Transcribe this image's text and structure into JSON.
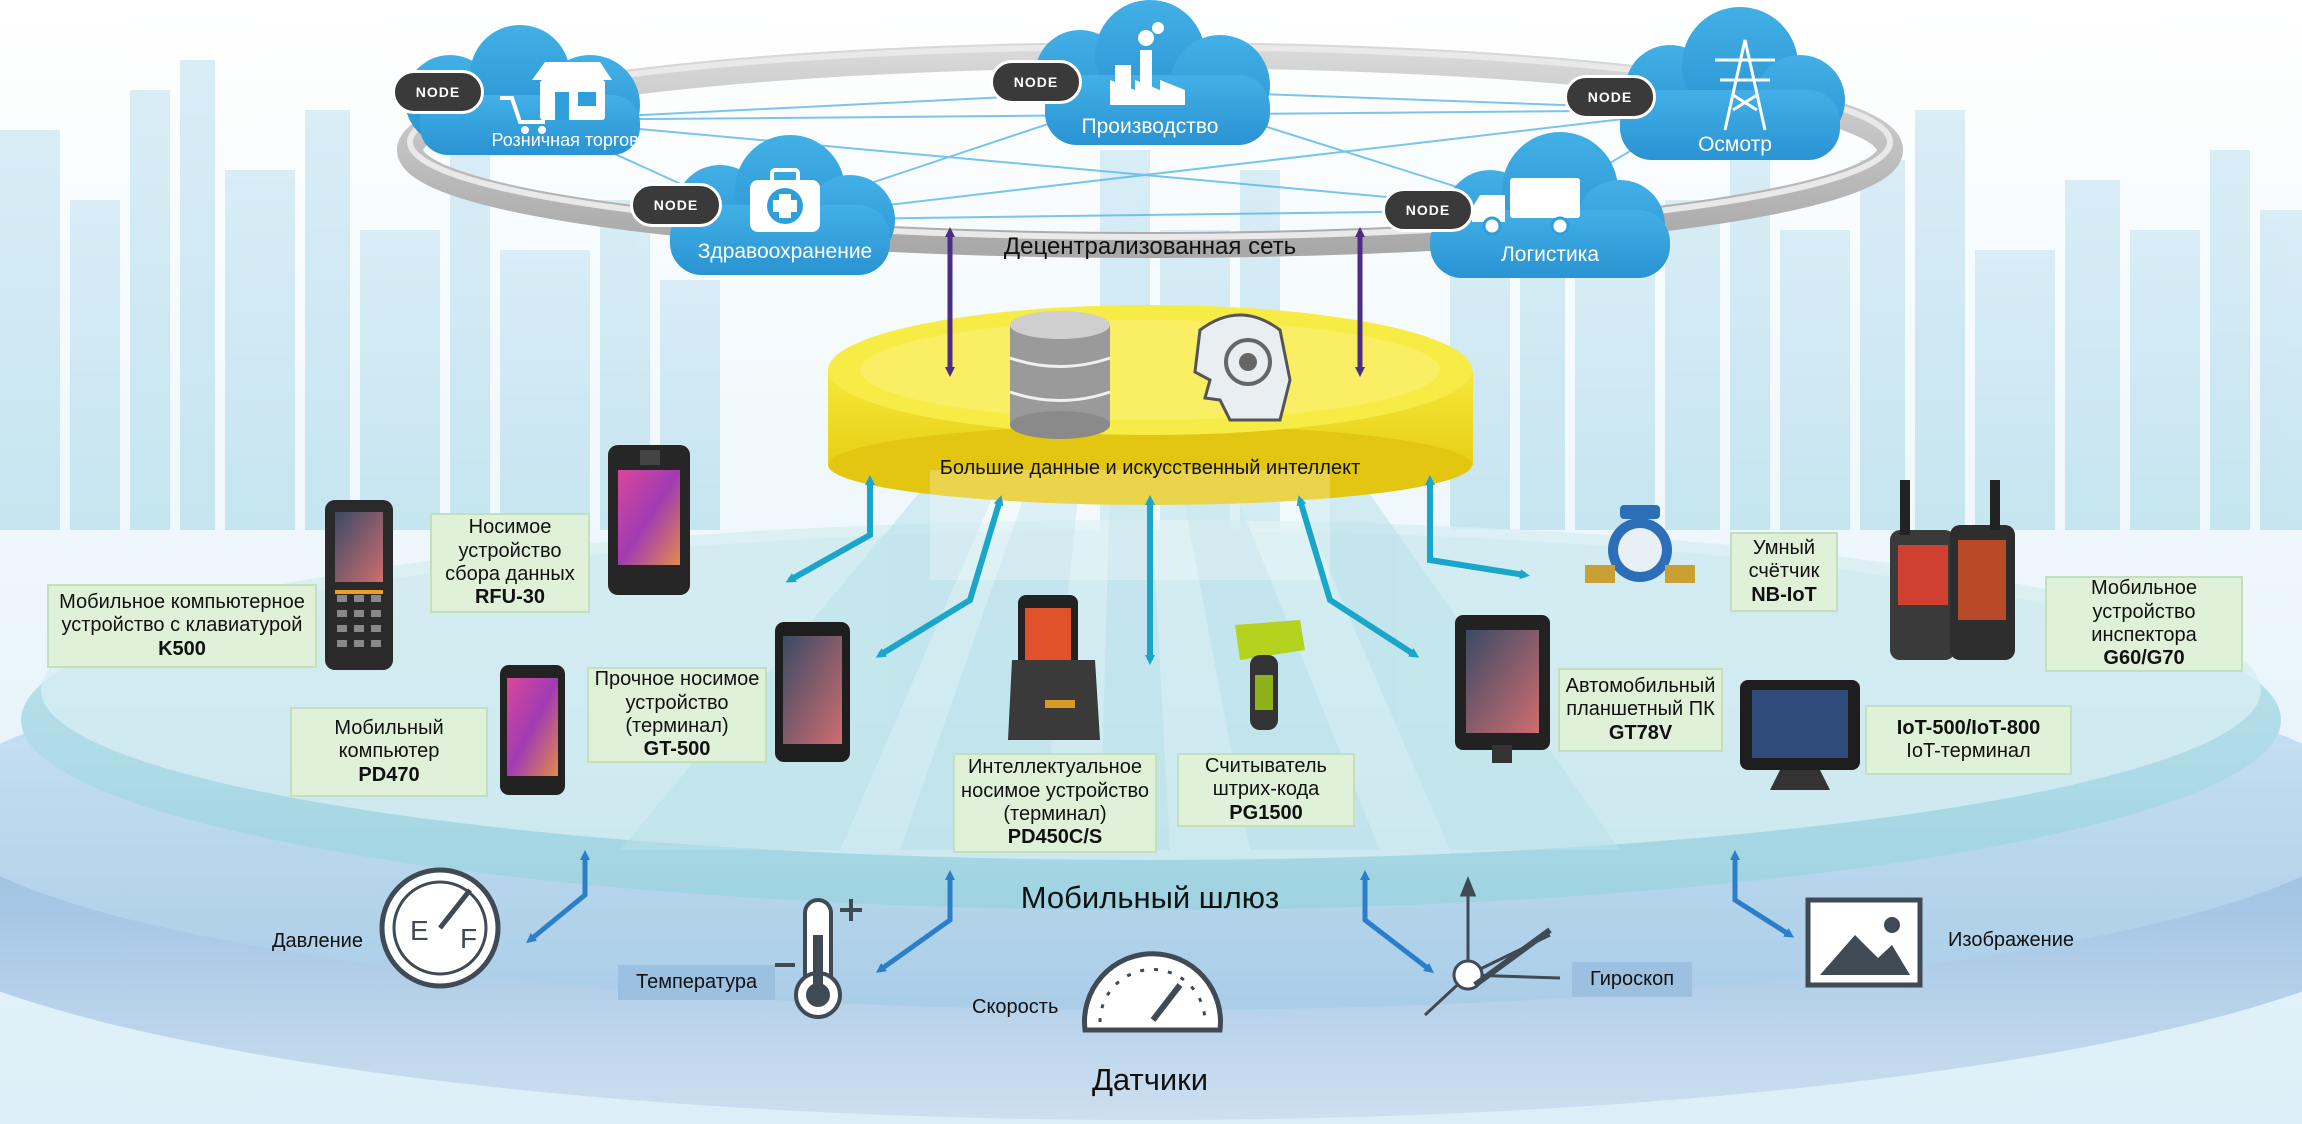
{
  "network": {
    "title": "Децентрализованная сеть",
    "node_badge": "NODE",
    "clouds": [
      {
        "id": "retail",
        "label": "Розничная торговля",
        "icon": "store-icon"
      },
      {
        "id": "production",
        "label": "Производство",
        "icon": "factory-icon"
      },
      {
        "id": "inspection",
        "label": "Осмотр",
        "icon": "power-tower-icon"
      },
      {
        "id": "healthcare",
        "label": "Здравоохранение",
        "icon": "first-aid-kit-icon"
      },
      {
        "id": "logistics",
        "label": "Логистика",
        "icon": "truck-icon"
      }
    ]
  },
  "core": {
    "label": "Большие данные и искусственный интеллект",
    "icons": [
      "database-icon",
      "ai-head-icon"
    ]
  },
  "devices": [
    {
      "id": "k500",
      "lines": [
        "Мобильное компьютерное",
        "устройство с клавиатурой"
      ],
      "model": "K500"
    },
    {
      "id": "rfu30",
      "lines": [
        "Носимое",
        "устройство",
        "сбора данных"
      ],
      "model": "RFU-30"
    },
    {
      "id": "pd470",
      "lines": [
        "Мобильный",
        "компьютер"
      ],
      "model": "PD470"
    },
    {
      "id": "gt500",
      "lines": [
        "Прочное носимое",
        "устройство",
        "(терминал)"
      ],
      "model": "GT-500"
    },
    {
      "id": "pd450",
      "lines": [
        "Интеллектуальное",
        "носимое устройство",
        "(терминал)"
      ],
      "model": "PD450C/S"
    },
    {
      "id": "pg1500",
      "lines": [
        "Считыватель",
        "штрих-кода"
      ],
      "model": "PG1500"
    },
    {
      "id": "gt78v",
      "lines": [
        "Автомобильный",
        "планшетный ПК"
      ],
      "model": "GT78V"
    },
    {
      "id": "nbiot",
      "lines": [
        "Умный",
        "счётчик"
      ],
      "model": "NB-IoT"
    },
    {
      "id": "g60",
      "lines": [
        "Мобильное",
        "устройство",
        "инспектора"
      ],
      "model": "G60/G70"
    },
    {
      "id": "iot500",
      "model": "IoT-500/IoT-800",
      "lines": [
        "IoT-терминал"
      ]
    }
  ],
  "gateway": {
    "label": "Мобильный шлюз"
  },
  "sensors": {
    "title": "Датчики",
    "items": [
      {
        "id": "pressure",
        "label": "Давление",
        "icon": "pressure-gauge-icon"
      },
      {
        "id": "temperature",
        "label": "Температура",
        "icon": "thermometer-icon"
      },
      {
        "id": "speed",
        "label": "Скорость",
        "icon": "speedometer-icon"
      },
      {
        "id": "gyro",
        "label": "Гироскоп",
        "icon": "gyroscope-icon"
      },
      {
        "id": "image",
        "label": "Изображение",
        "icon": "image-icon"
      }
    ]
  },
  "colors": {
    "cloud": "#2f9fdc",
    "core_disk": "#f3e21c",
    "arrow_purple": "#4b2e83",
    "arrow_teal": "#1aa6c8",
    "arrow_blue": "#2a7fc8",
    "label_box": "#dff1d8",
    "sensor_box": "#9cc0df"
  }
}
